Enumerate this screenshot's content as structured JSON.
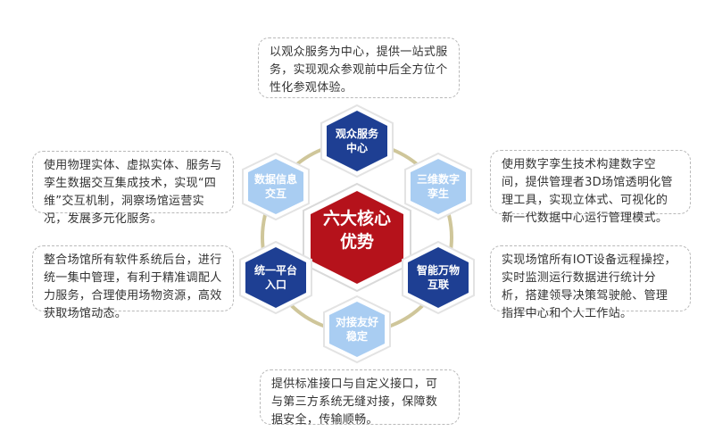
{
  "center": {
    "line1": "六大核心",
    "line2": "优势"
  },
  "nodes": {
    "top": {
      "line1": "观众服务",
      "line2": "中心"
    },
    "upper_right": {
      "line1": "三维数字",
      "line2": "孪生"
    },
    "lower_right": {
      "line1": "智能万物",
      "line2": "互联"
    },
    "bottom": {
      "line1": "对接友好",
      "line2": "稳定"
    },
    "lower_left": {
      "line1": "统一平台",
      "line2": "入口"
    },
    "upper_left": {
      "line1": "数据信息",
      "line2": "交互"
    }
  },
  "boxes": {
    "top": "以观众服务为中心，提供一站式服务，实现观众参观前中后全方位个性化参观体验。",
    "upper_right": "使用数字孪生技术构建数字空间，提供管理者3D场馆透明化管理工具，实现立体式、可视化的新一代数据中心运行管理模式。",
    "lower_right": "实现场馆所有IOT设备远程操控，实时监测运行数据进行统计分析，搭建领导决策驾驶舱、管理指挥中心和个人工作站。",
    "bottom": "提供标准接口与自定义接口，可与第三方系统无缝对接，保障数据安全，传输顺畅。",
    "lower_left": "整合场馆所有软件系统后台，进行统一集中管理，有利于精准调配人力服务，合理使用场物资源，高效获取场馆动态。",
    "upper_left": "使用物理实体、虚拟实体、服务与孪生数据交互集成技术，实现“四维”交互机制，洞察场馆运营实况，发展多元化服务。"
  },
  "colors": {
    "dark_blue": "#1e3f93",
    "light_blue": "#a9cdf2",
    "center_red": "#b5121b",
    "ring": "#cfc69a"
  }
}
